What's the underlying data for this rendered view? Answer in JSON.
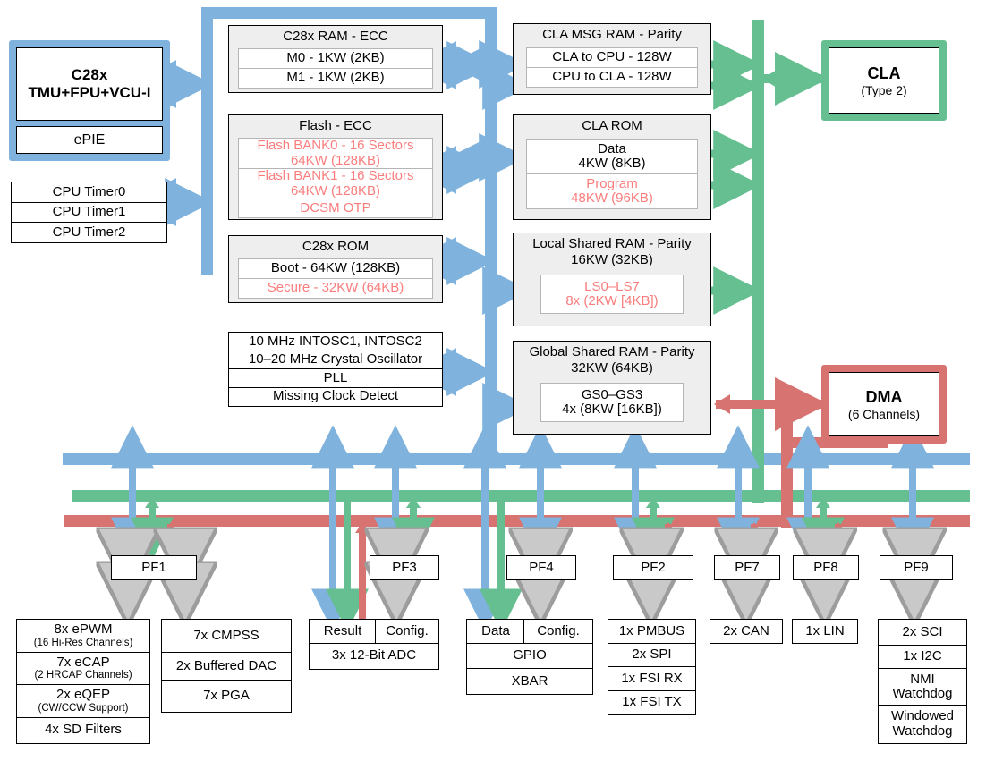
{
  "colors": {
    "blue": "#7fb2dd",
    "green": "#66bf90",
    "red": "#d77471",
    "red_text": "#fa7d7d",
    "group_fill": "#eeeeee",
    "grey_arrow": "#c9c9c9"
  },
  "cpu": {
    "title_line1": "C28x",
    "title_line2": "TMU+FPU+VCU-I",
    "epie": "ePIE"
  },
  "timers": [
    "CPU Timer0",
    "CPU Timer1",
    "CPU Timer2"
  ],
  "cla": {
    "title": "CLA",
    "subtitle": "(Type 2)"
  },
  "dma": {
    "title": "DMA",
    "subtitle": "(6 Channels)"
  },
  "memories": {
    "c28x_ram": {
      "title": "C28x RAM - ECC",
      "rows": [
        {
          "text": "M0 - 1KW (2KB)",
          "red": false
        },
        {
          "text": "M1 - 1KW (2KB)",
          "red": false
        }
      ]
    },
    "flash": {
      "title": "Flash - ECC",
      "rows": [
        {
          "line1": "Flash BANK0 - 16 Sectors",
          "line2": "64KW (128KB)",
          "red": true
        },
        {
          "line1": "Flash BANK1 - 16 Sectors",
          "line2": "64KW (128KB)",
          "red": true
        },
        {
          "line1": "DCSM OTP",
          "line2": "",
          "red": true
        }
      ]
    },
    "c28x_rom": {
      "title": "C28x ROM",
      "rows": [
        {
          "text": "Boot - 64KW (128KB)",
          "red": false
        },
        {
          "text": "Secure - 32KW (64KB)",
          "red": true
        }
      ]
    },
    "clock": {
      "rows": [
        "10 MHz INTOSC1, INTOSC2",
        "10–20 MHz Crystal Oscillator",
        "PLL",
        "Missing Clock Detect"
      ]
    },
    "cla_msg_ram": {
      "title": "CLA MSG RAM - Parity",
      "rows": [
        {
          "text": "CLA to CPU - 128W",
          "red": false
        },
        {
          "text": "CPU to CLA - 128W",
          "red": false
        }
      ]
    },
    "cla_rom": {
      "title": "CLA ROM",
      "rows": [
        {
          "line1": "Data",
          "line2": "4KW (8KB)",
          "red": false
        },
        {
          "line1": "Program",
          "line2": "48KW (96KB)",
          "red": true
        }
      ]
    },
    "local_shared_ram": {
      "title_line1": "Local Shared RAM - Parity",
      "title_line2": "16KW (32KB)",
      "inner_line1": "LS0–LS7",
      "inner_line2": "8x (2KW [4KB])",
      "red": true
    },
    "global_shared_ram": {
      "title_line1": "Global Shared RAM - Parity",
      "title_line2": "32KW (64KB)",
      "inner_line1": "GS0–GS3",
      "inner_line2": "4x (8KW [16KB])",
      "red": false
    }
  },
  "pf_labels": {
    "pf1": "PF1",
    "pf3": "PF3",
    "pf4": "PF4",
    "pf2": "PF2",
    "pf7": "PF7",
    "pf8": "PF8",
    "pf9": "PF9"
  },
  "peripherals": {
    "group_pwm": [
      {
        "main": "8x ePWM",
        "sub": "(16 Hi-Res Channels)"
      },
      {
        "main": "7x eCAP",
        "sub": "(2 HRCAP Channels)"
      },
      {
        "main": "2x eQEP",
        "sub": "(CW/CCW Support)"
      },
      {
        "main": "4x SD Filters",
        "sub": ""
      }
    ],
    "group_analog": [
      {
        "main": "7x CMPSS",
        "sub": ""
      },
      {
        "main": "2x Buffered DAC",
        "sub": ""
      },
      {
        "main": "7x PGA",
        "sub": ""
      }
    ],
    "group_adc": {
      "left_tab": "Result",
      "right_tab": "Config.",
      "body": "3x 12-Bit ADC"
    },
    "group_gpio": {
      "left_tab": "Data",
      "right_tab": "Config.",
      "rows": [
        "GPIO",
        "XBAR"
      ]
    },
    "group_comms": [
      {
        "main": "1x PMBUS",
        "sub": ""
      },
      {
        "main": "2x SPI",
        "sub": ""
      },
      {
        "main": "1x FSI RX",
        "sub": ""
      },
      {
        "main": "1x FSI TX",
        "sub": ""
      }
    ],
    "group_can": [
      {
        "main": "2x CAN",
        "sub": ""
      }
    ],
    "group_lin": [
      {
        "main": "1x LIN",
        "sub": ""
      }
    ],
    "group_sci": [
      {
        "main": "2x SCI",
        "sub": ""
      },
      {
        "main": "1x I2C",
        "sub": ""
      },
      {
        "main": "NMI\nWatchdog",
        "sub": ""
      },
      {
        "main": "Windowed\nWatchdog",
        "sub": ""
      }
    ]
  }
}
